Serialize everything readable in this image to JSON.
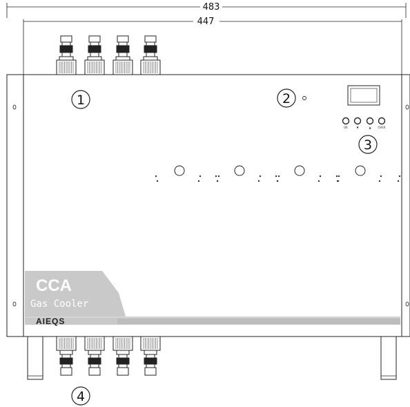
{
  "dimensions": {
    "overall": "483",
    "inner": "447"
  },
  "callouts": [
    "1",
    "2",
    "3",
    "4"
  ],
  "display_buttons": [
    "OK",
    "▼",
    "▲",
    "OVER"
  ],
  "brand": {
    "model": "CCA",
    "subtitle": "Gas Cooler",
    "logo": "AIEQS",
    "panel_color": "#c9c9c9",
    "stripe_color": "#bdbdbd"
  },
  "fittings": {
    "top_count": 4,
    "bottom_count": 4
  },
  "gauge_count": 4
}
